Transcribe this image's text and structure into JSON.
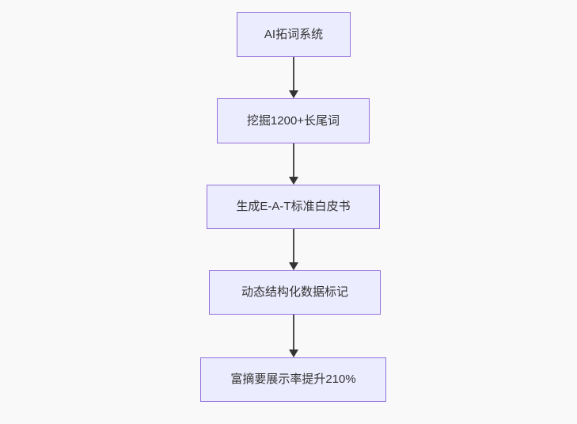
{
  "diagram": {
    "type": "flowchart-top-down",
    "colors": {
      "background": "#f9f9f9",
      "node_fill": "#ECECFF",
      "node_border": "#9370DB",
      "node_text": "#333333",
      "arrow": "#333333"
    },
    "nodes": [
      {
        "id": "n1",
        "label": "AI拓词系统"
      },
      {
        "id": "n2",
        "label": "挖掘1200+长尾词"
      },
      {
        "id": "n3",
        "label": "生成E-A-T标准白皮书"
      },
      {
        "id": "n4",
        "label": "动态结构化数据标记"
      },
      {
        "id": "n5",
        "label": "富摘要展示率提升210%"
      }
    ],
    "edges": [
      {
        "from": "n1",
        "to": "n2",
        "direction": "down"
      },
      {
        "from": "n2",
        "to": "n3",
        "direction": "down"
      },
      {
        "from": "n3",
        "to": "n4",
        "direction": "down"
      },
      {
        "from": "n4",
        "to": "n5",
        "direction": "down"
      }
    ]
  }
}
